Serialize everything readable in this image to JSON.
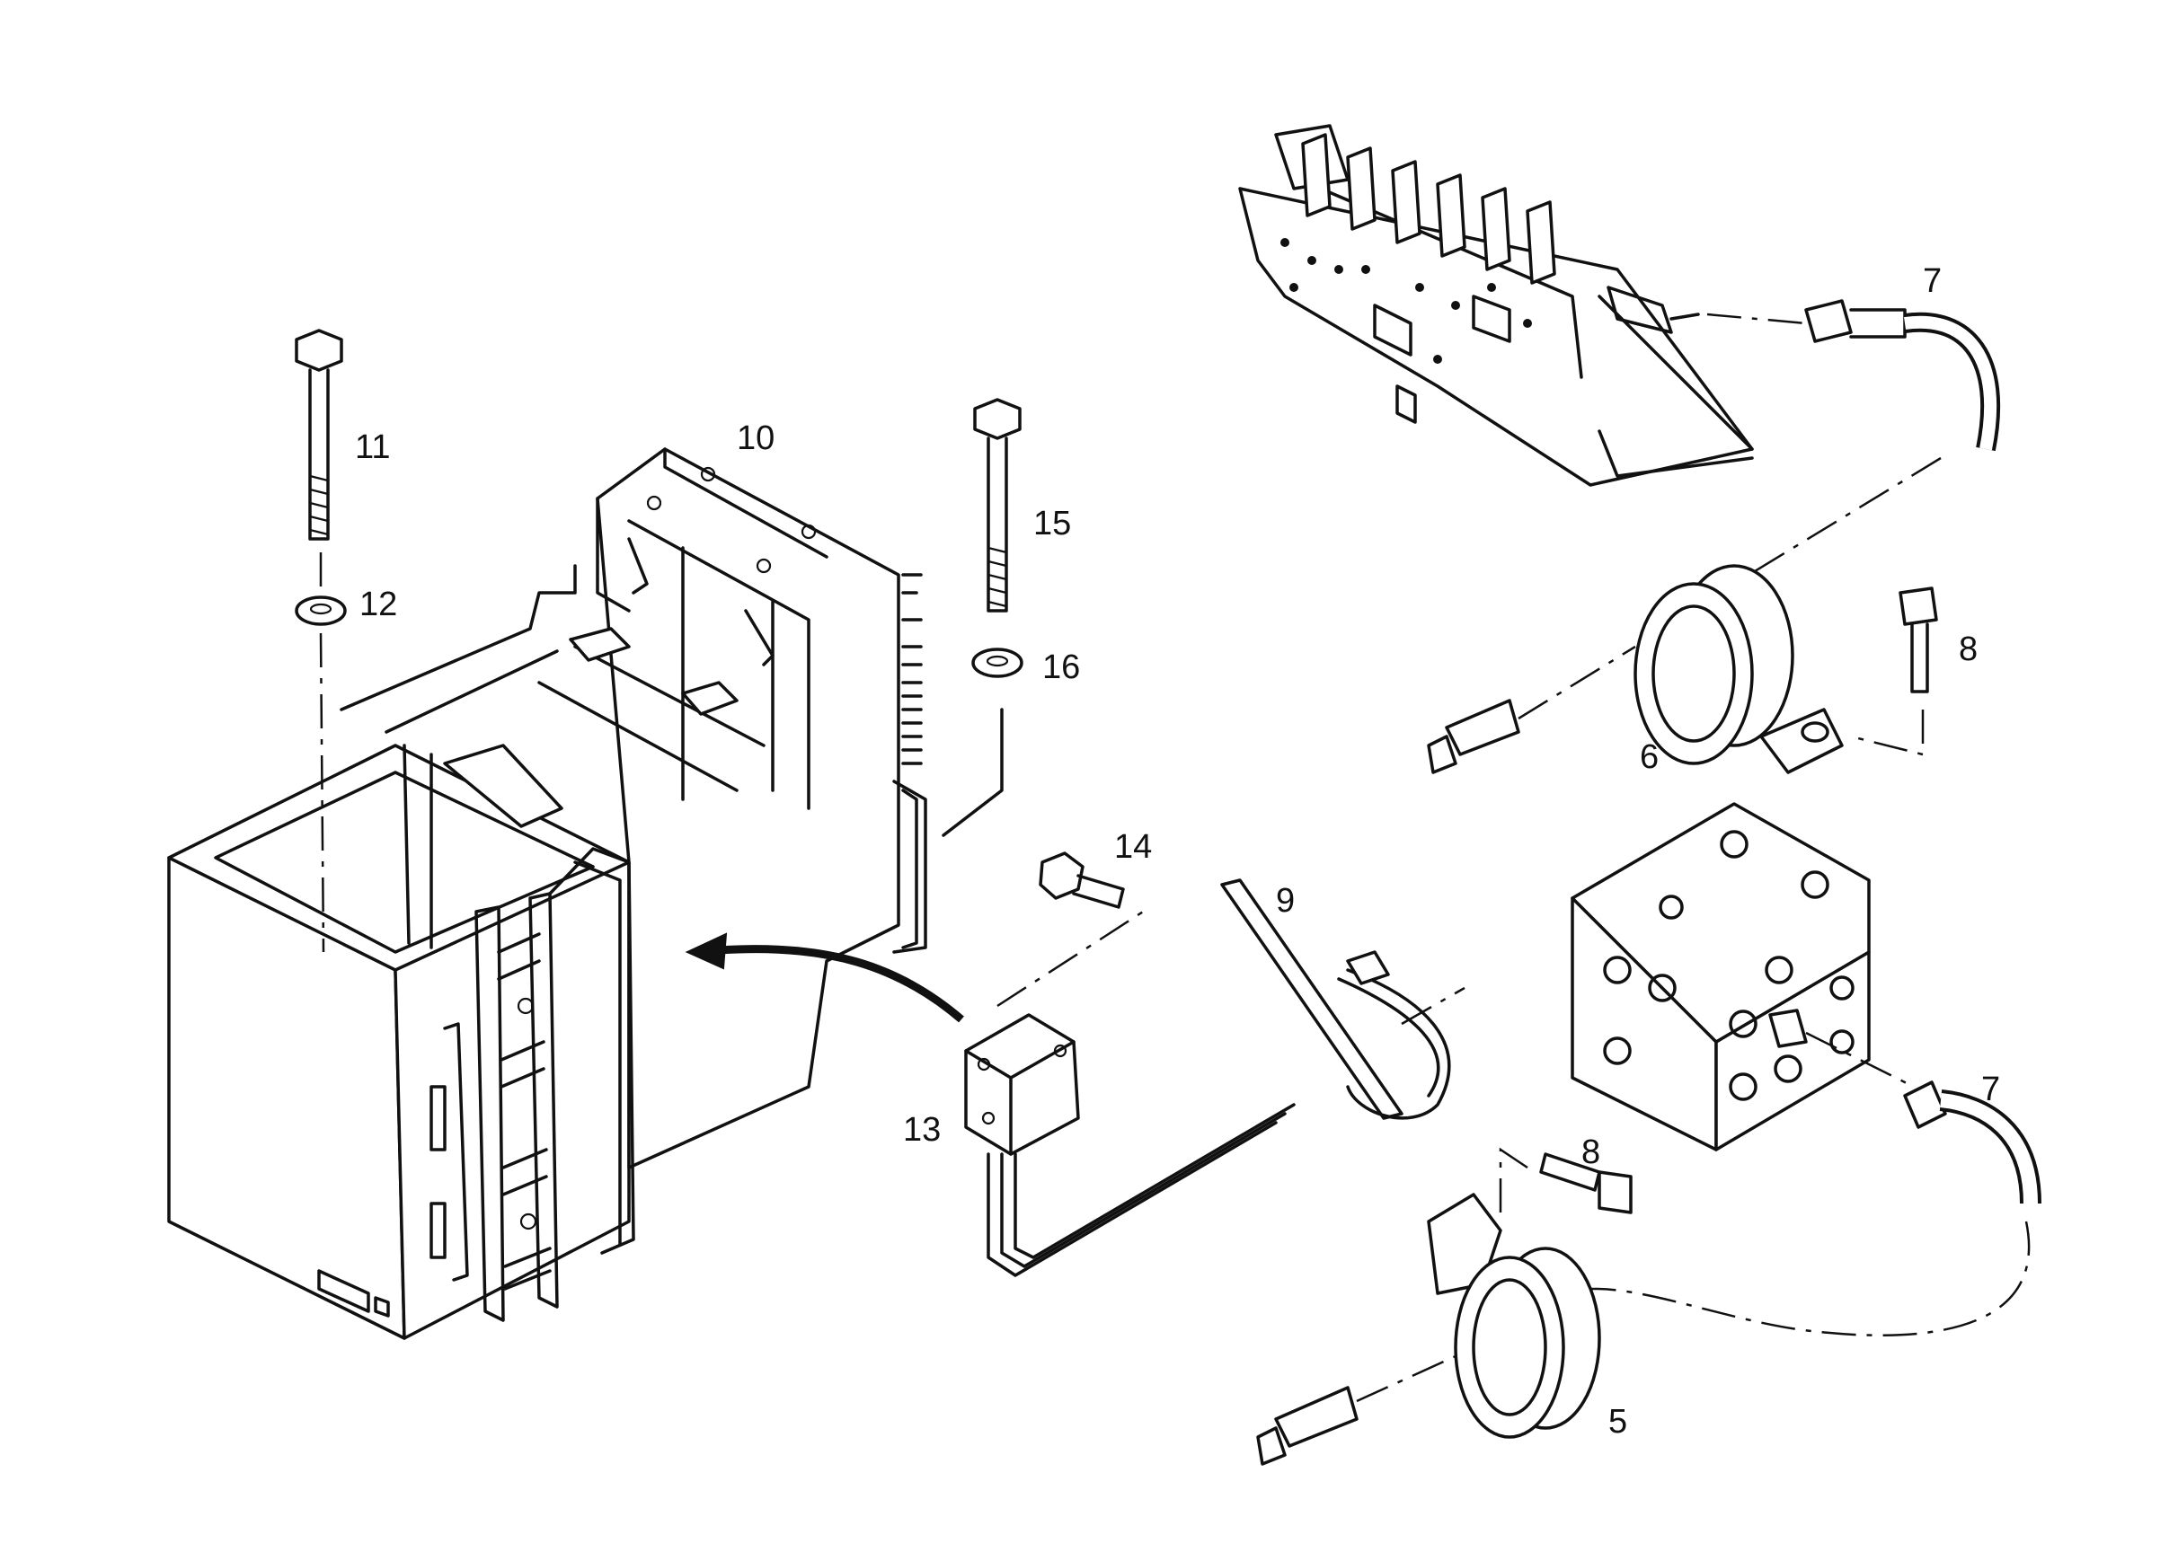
{
  "callouts": [
    {
      "id": "5",
      "label": "5"
    },
    {
      "id": "6",
      "label": "6"
    },
    {
      "id": "7a",
      "label": "7"
    },
    {
      "id": "7b",
      "label": "7"
    },
    {
      "id": "8a",
      "label": "8"
    },
    {
      "id": "8b",
      "label": "8"
    },
    {
      "id": "9",
      "label": "9"
    },
    {
      "id": "10",
      "label": "10"
    },
    {
      "id": "11",
      "label": "11"
    },
    {
      "id": "12",
      "label": "12"
    },
    {
      "id": "13",
      "label": "13"
    },
    {
      "id": "14",
      "label": "14"
    },
    {
      "id": "15",
      "label": "15"
    },
    {
      "id": "16",
      "label": "16"
    }
  ]
}
